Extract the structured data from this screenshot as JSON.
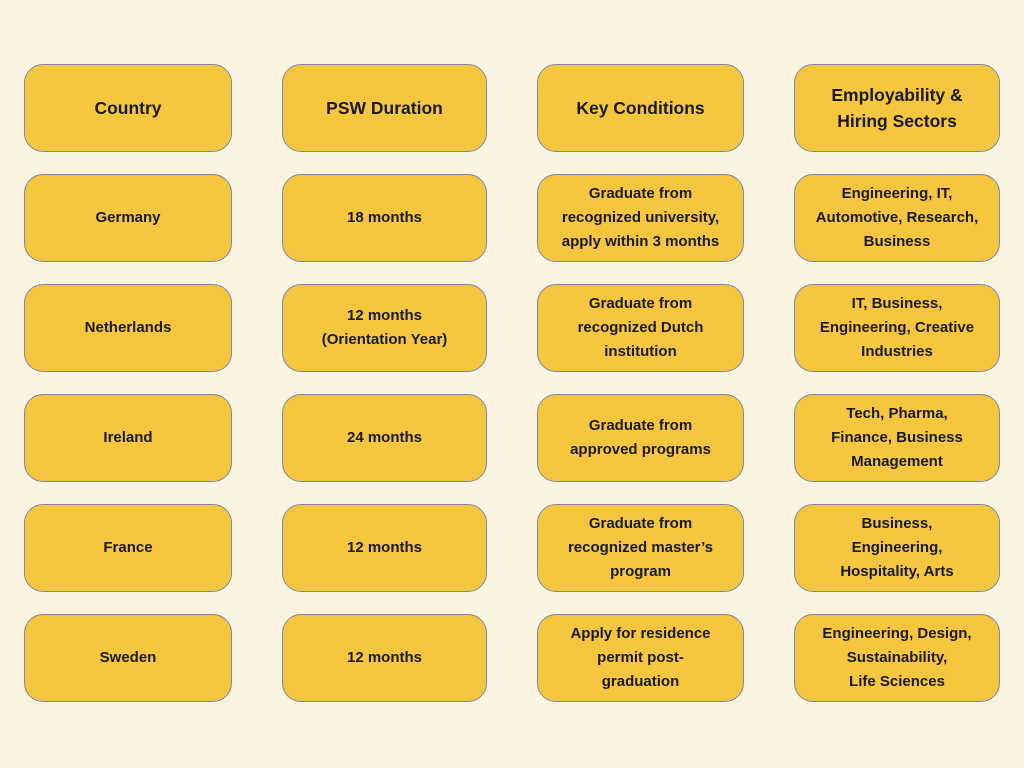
{
  "canvas": {
    "background": "#FBF4E1"
  },
  "theme": {
    "tile_fill": "#F5C63E",
    "tile_border": "#7D87A7",
    "text_color": "#1A1A1A"
  },
  "chart_data": {
    "type": "table",
    "columns": [
      "Country",
      "PSW Duration",
      "Key Conditions",
      "Employability & Hiring Sectors"
    ],
    "rows": [
      [
        "Germany",
        "18 months",
        "Graduate from recognized university, apply within 3 months",
        "Engineering, IT, Automotive, Research, Business"
      ],
      [
        "Netherlands",
        "12 months (Orientation Year)",
        "Graduate from recognized Dutch institution",
        "IT, Business, Engineering, Creative Industries"
      ],
      [
        "Ireland",
        "24 months",
        "Graduate from approved programs",
        "Tech, Pharma, Finance, Business Management"
      ],
      [
        "France",
        "12 months",
        "Graduate from recognized master’s program",
        "Business, Engineering, Hospitality, Arts"
      ],
      [
        "Sweden",
        "12 months",
        "Apply for residence permit post-graduation",
        "Engineering, Design, Sustainability, Life Sciences"
      ]
    ],
    "title": "",
    "legend_position": "none",
    "grid": false
  },
  "table": {
    "header": {
      "country": "Country",
      "duration": "PSW Duration",
      "conditions": "Key Conditions",
      "sectors": "Employability &\nHiring Sectors"
    },
    "rows": [
      {
        "country": "Germany",
        "duration": "18 months",
        "conditions": "Graduate from\nrecognized university,\napply within 3 months",
        "sectors": "Engineering, IT,\nAutomotive, Research,\nBusiness"
      },
      {
        "country": "Netherlands",
        "duration": "12 months\n(Orientation Year)",
        "conditions": "Graduate from\nrecognized Dutch\ninstitution",
        "sectors": "IT, Business,\nEngineering, Creative\nIndustries"
      },
      {
        "country": "Ireland",
        "duration": "24 months",
        "conditions": "Graduate from\napproved programs",
        "sectors": "Tech, Pharma,\nFinance, Business\nManagement"
      },
      {
        "country": "France",
        "duration": "12 months",
        "conditions": "Graduate from\nrecognized master’s\nprogram",
        "sectors": "Business,\nEngineering,\nHospitality, Arts"
      },
      {
        "country": "Sweden",
        "duration": "12 months",
        "conditions": "Apply for residence\npermit post-\ngraduation",
        "sectors": "Engineering, Design,\nSustainability,\nLife Sciences"
      }
    ]
  }
}
